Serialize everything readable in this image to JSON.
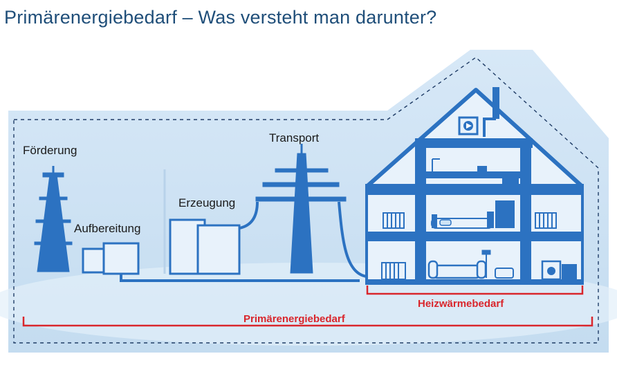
{
  "title": "Primärenergiebedarf – Was versteht man darunter?",
  "labels": {
    "foerderung": "Förderung",
    "aufbereitung": "Aufbereitung",
    "erzeugung": "Erzeugung",
    "transport": "Transport",
    "heizwaerme": "Heizwärmebedarf",
    "primaer": "Primärenergiebedarf"
  },
  "colors": {
    "title": "#1f4e79",
    "accent_blue": "#2c72c1",
    "light_blue": "#cfe4f5",
    "red": "#d9262c"
  },
  "icons": [
    "oil-rig-icon",
    "processing-plant-icon",
    "power-plant-icon",
    "power-pylon-icon",
    "house-icon",
    "heat-pump-icon",
    "radiator-icon",
    "sofa-icon",
    "lamp-icon"
  ]
}
